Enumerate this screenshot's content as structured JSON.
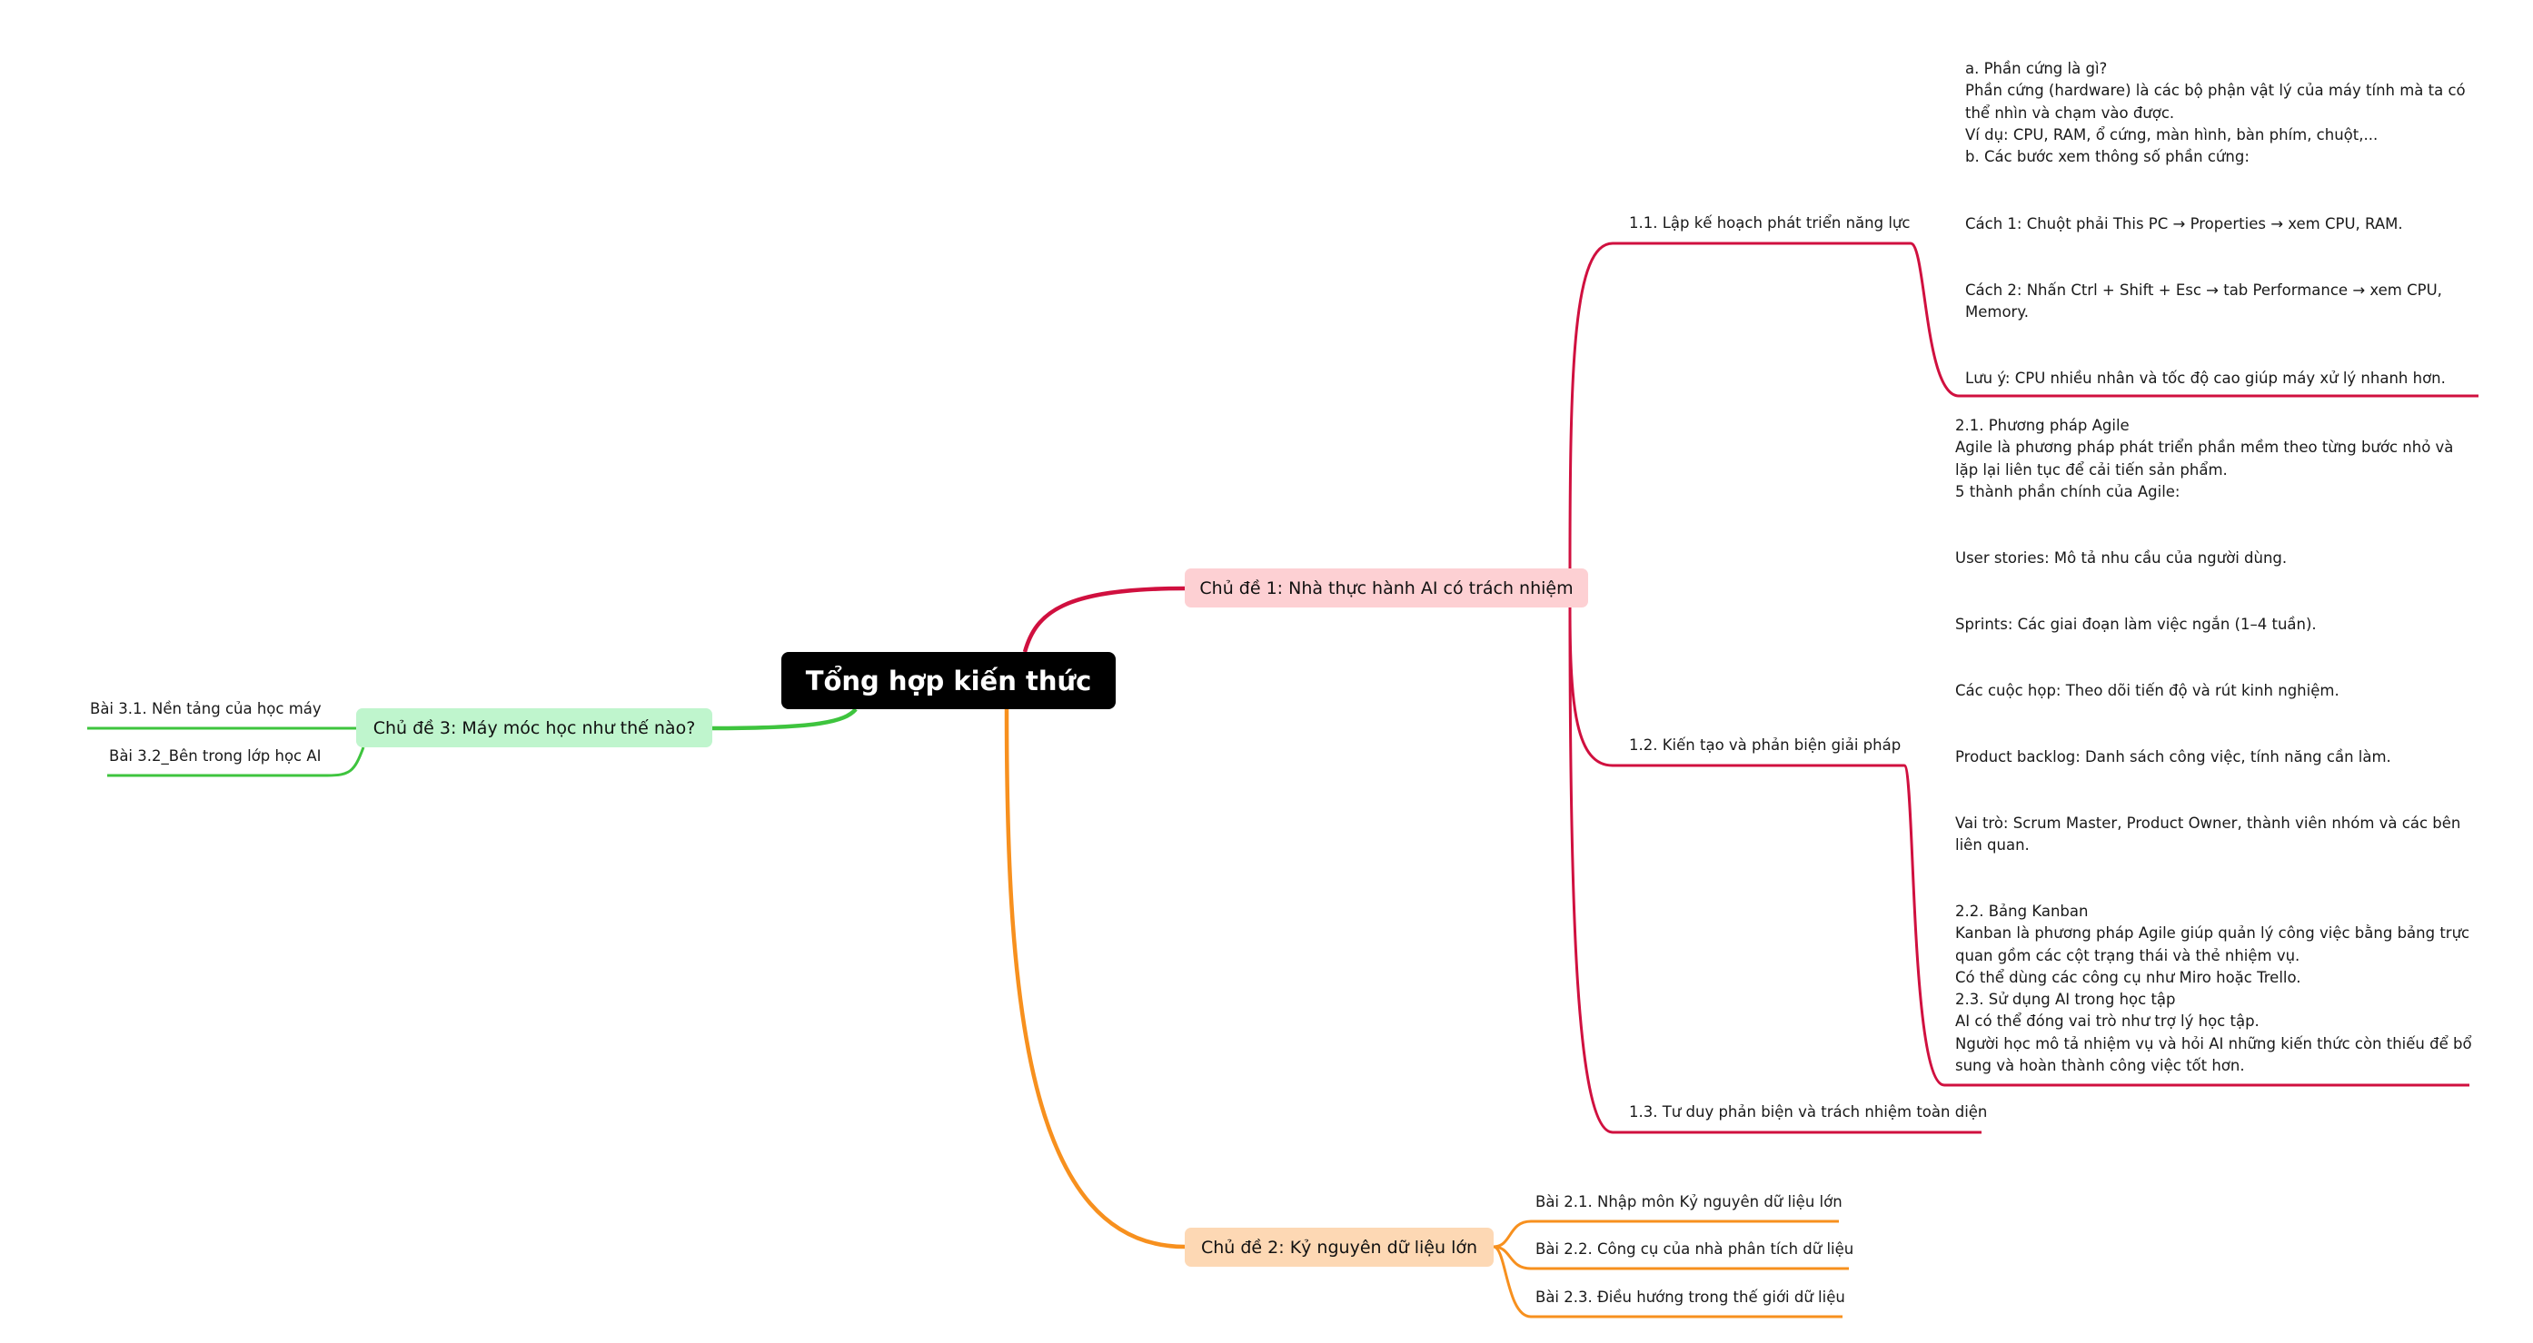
{
  "root": {
    "title": "Tổng hợp kiến thức"
  },
  "colors": {
    "topic1": "#d0103f",
    "topic2": "#f7901e",
    "topic3": "#3ec43e"
  },
  "topic1": {
    "label": "Chủ đề 1: Nhà thực hành AI có trách nhiệm",
    "sub1": {
      "label": "1.1. Lập kế hoạch phát triển năng lực",
      "note1": [
        "a. Phần cứng là gì?",
        "Phần cứng (hardware) là các bộ phận vật lý của máy tính mà ta có",
        "thể nhìn và chạm vào được.",
        "Ví dụ: CPU, RAM, ổ cứng, màn hình, bàn phím, chuột,...",
        "b. Các bước xem thông số phần cứng:"
      ],
      "note2": [
        "Cách 1: Chuột phải This PC → Properties → xem CPU, RAM."
      ],
      "note3": [
        "Cách 2: Nhấn Ctrl + Shift + Esc → tab Performance → xem CPU,",
        "Memory."
      ],
      "note4": [
        "Lưu ý: CPU nhiều nhân và tốc độ cao giúp máy xử lý nhanh hơn."
      ]
    },
    "sub2": {
      "label": "1.2. Kiến tạo và phản biện giải pháp",
      "note1": [
        "2.1. Phương pháp Agile",
        "Agile là phương pháp phát triển phần mềm theo từng bước nhỏ và",
        "lặp lại liên tục để cải tiến sản phẩm.",
        "5 thành phần chính của Agile:"
      ],
      "note2": [
        "User stories: Mô tả nhu cầu của người dùng."
      ],
      "note3": [
        "Sprints: Các giai đoạn làm việc ngắn (1–4 tuần)."
      ],
      "note4": [
        "Các cuộc họp: Theo dõi tiến độ và rút kinh nghiệm."
      ],
      "note5": [
        "Product backlog: Danh sách công việc, tính năng cần làm."
      ],
      "note6": [
        "Vai trò: Scrum Master, Product Owner, thành viên nhóm và các bên",
        "liên quan."
      ],
      "note7": [
        "2.2. Bảng Kanban",
        "Kanban là phương pháp Agile giúp quản lý công việc bằng bảng trực",
        "quan gồm các cột trạng thái và thẻ nhiệm vụ.",
        "Có thể dùng các công cụ như Miro hoặc Trello.",
        "2.3. Sử dụng AI trong học tập",
        "AI có thể đóng vai trò như trợ lý học tập.",
        "Người học mô tả nhiệm vụ và hỏi AI những kiến thức còn thiếu để bổ",
        "sung và hoàn thành công việc tốt hơn."
      ]
    },
    "sub3": {
      "label": "1.3. Tư duy phản biện và trách nhiệm toàn diện"
    }
  },
  "topic2": {
    "label": "Chủ đề 2: Kỷ nguyên dữ liệu lớn",
    "items": [
      "Bài 2.1. Nhập môn Kỷ nguyên dữ liệu lớn",
      "Bài 2.2. Công cụ của nhà phân tích dữ liệu",
      "Bài 2.3. Điều hướng trong thế giới dữ liệu"
    ]
  },
  "topic3": {
    "label": "Chủ đề 3: Máy móc học như thế nào?",
    "items": [
      "Bài 3.1. Nền tảng của học máy",
      "Bài 3.2_Bên trong lớp học AI"
    ]
  }
}
